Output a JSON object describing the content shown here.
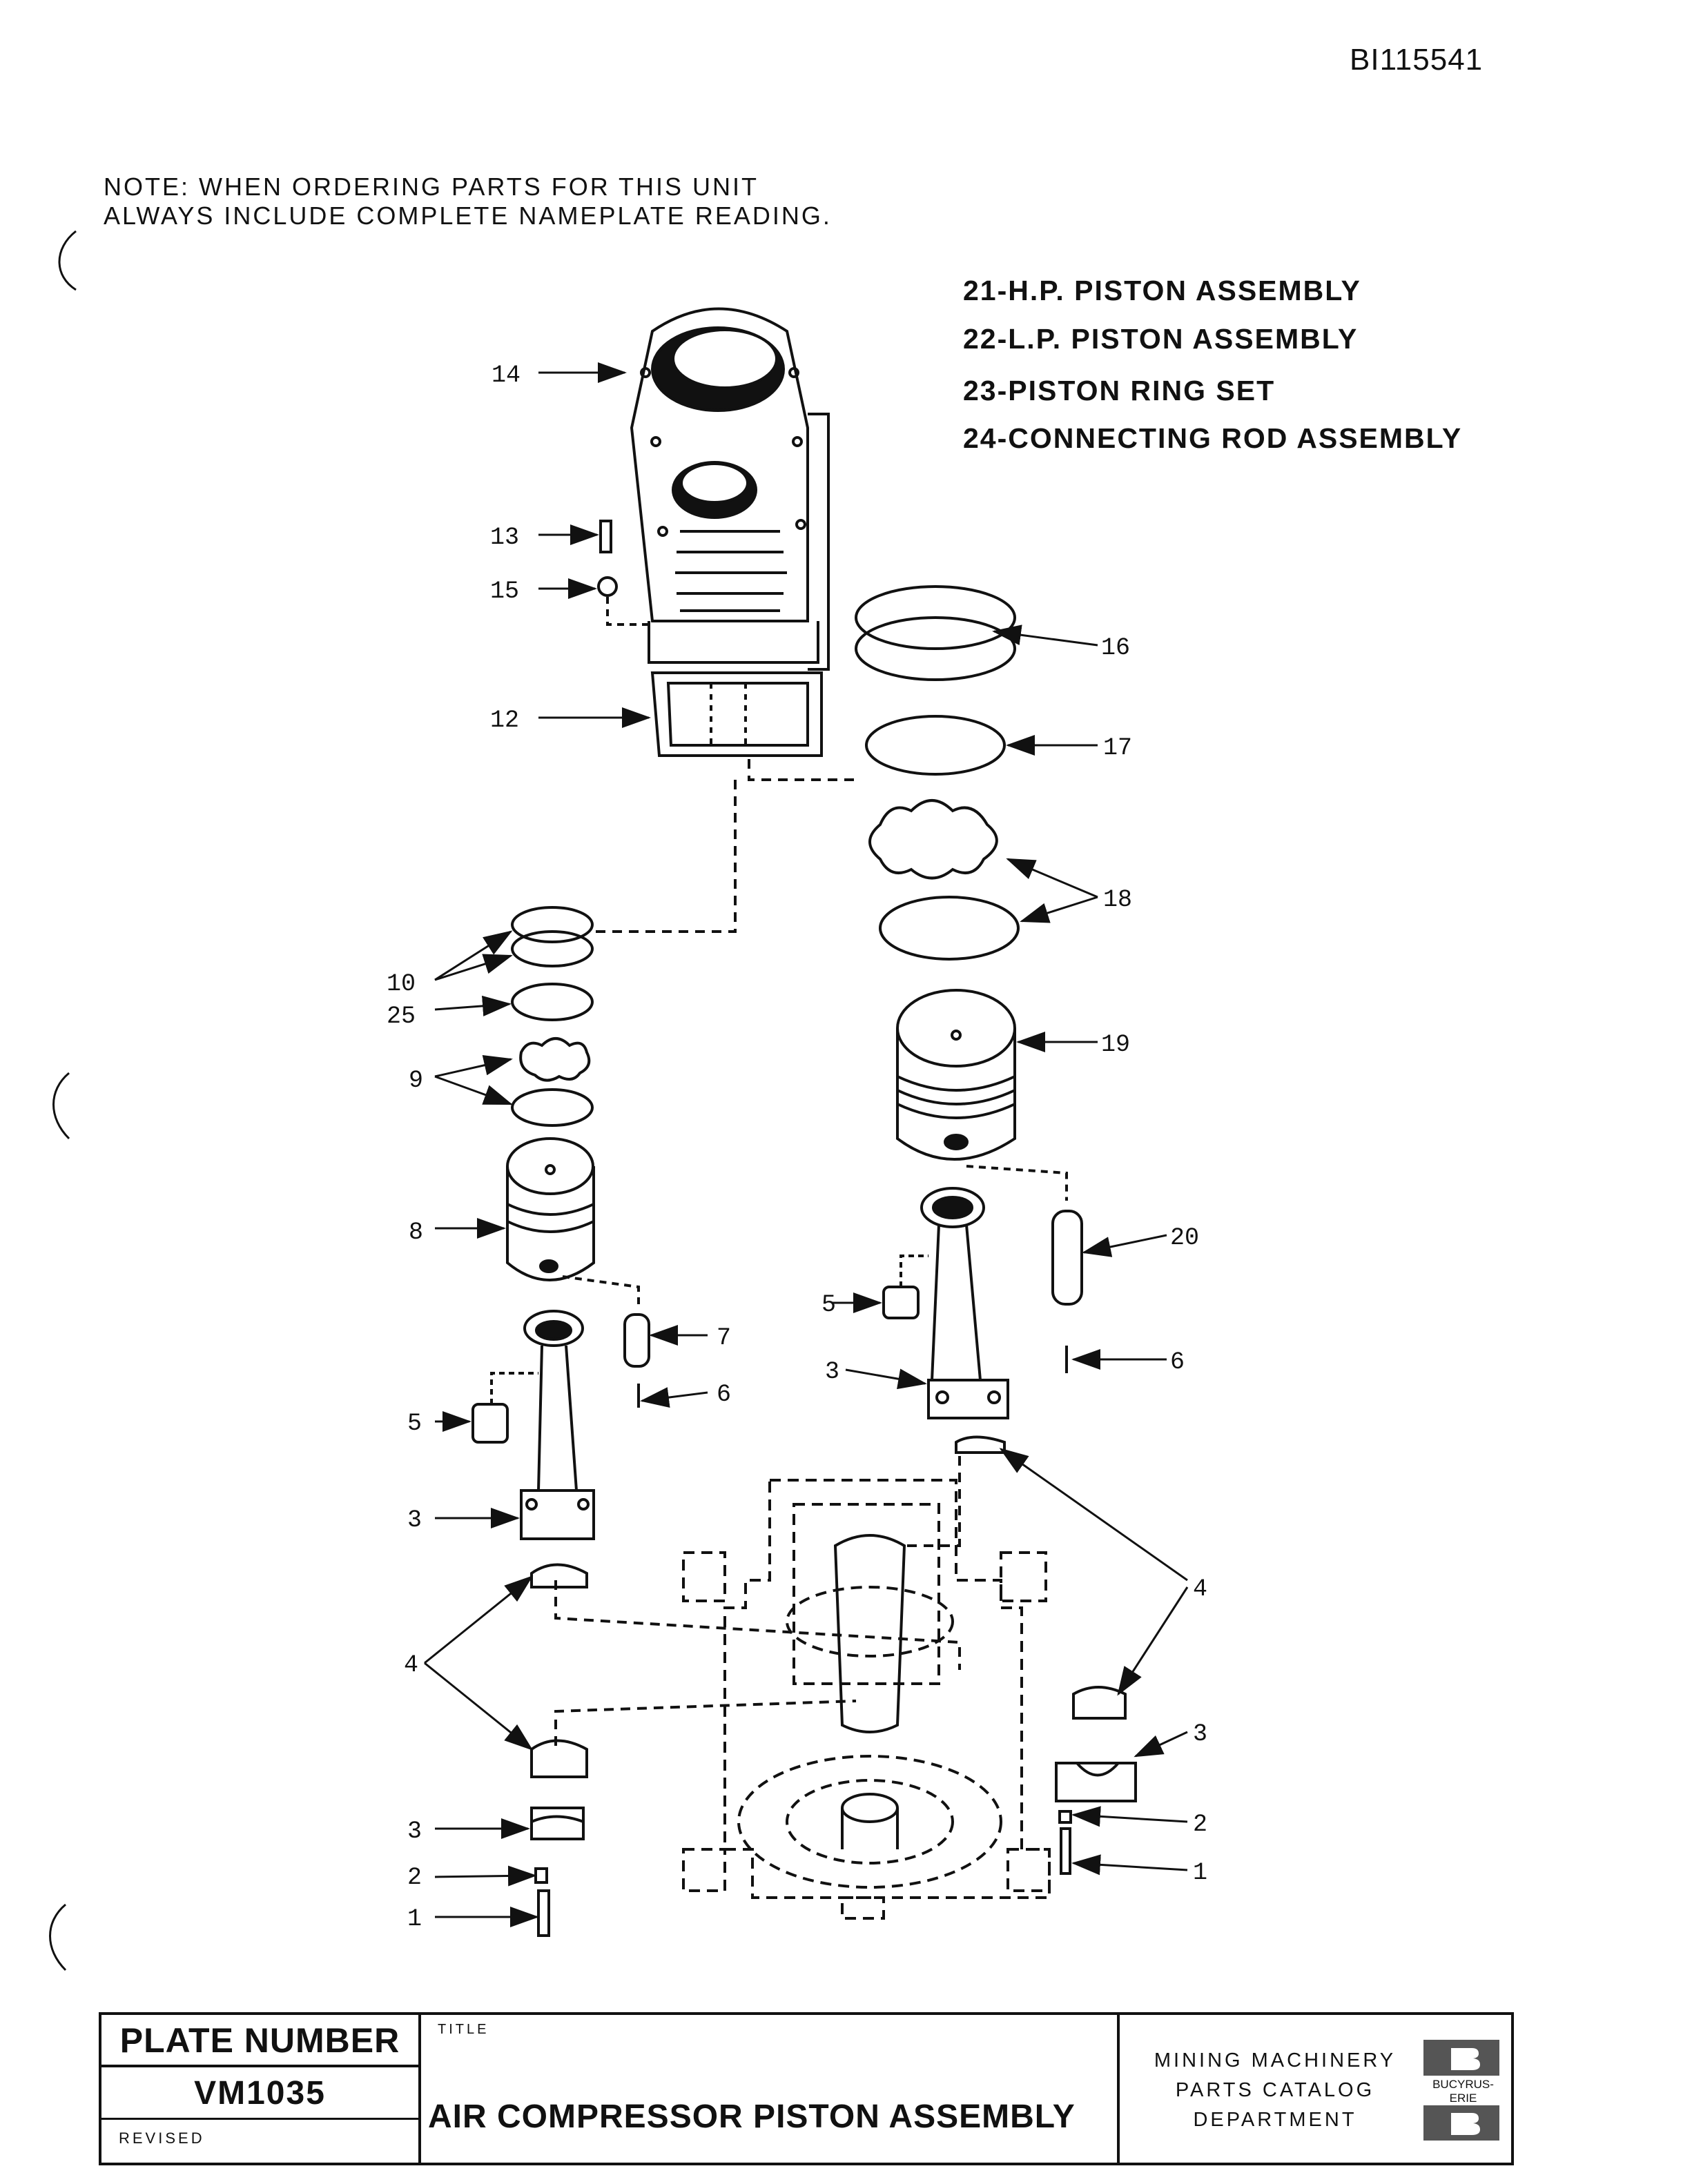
{
  "document": {
    "id": "BI115541",
    "note": [
      "NOTE:  WHEN ORDERING PARTS FOR THIS UNIT",
      "ALWAYS INCLUDE COMPLETE NAMEPLATE READING."
    ]
  },
  "legend": [
    "21-H.P. PISTON ASSEMBLY",
    "22-L.P. PISTON ASSEMBLY",
    "23-PISTON RING SET",
    "24-CONNECTING ROD ASSEMBLY"
  ],
  "callouts": {
    "c14": "14",
    "c13": "13",
    "c15": "15",
    "c12": "12",
    "c16": "16",
    "c17": "17",
    "c18": "18",
    "c10": "10",
    "c25": "25",
    "c9": "9",
    "c19": "19",
    "c8": "8",
    "c20": "20",
    "c5_right": "5",
    "c7": "7",
    "c6_left": "6",
    "c6_right": "6",
    "c3_right_upper": "3",
    "c5_left": "5",
    "c3_left_upper": "3",
    "c4_right": "4",
    "c4_left": "4",
    "c3_right_lower": "3",
    "c2_right": "2",
    "c1_right": "1",
    "c3_left_lower": "3",
    "c2_left": "2",
    "c1_left": "1"
  },
  "title_block": {
    "plate_label": "PLATE NUMBER",
    "plate_number": "VM1035",
    "revised_label": "REVISED",
    "title_label": "TITLE",
    "title": "AIR COMPRESSOR PISTON ASSEMBLY",
    "department": [
      "MINING MACHINERY",
      "PARTS CATALOG",
      "DEPARTMENT"
    ],
    "logo_text": "BUCYRUS-ERIE"
  }
}
